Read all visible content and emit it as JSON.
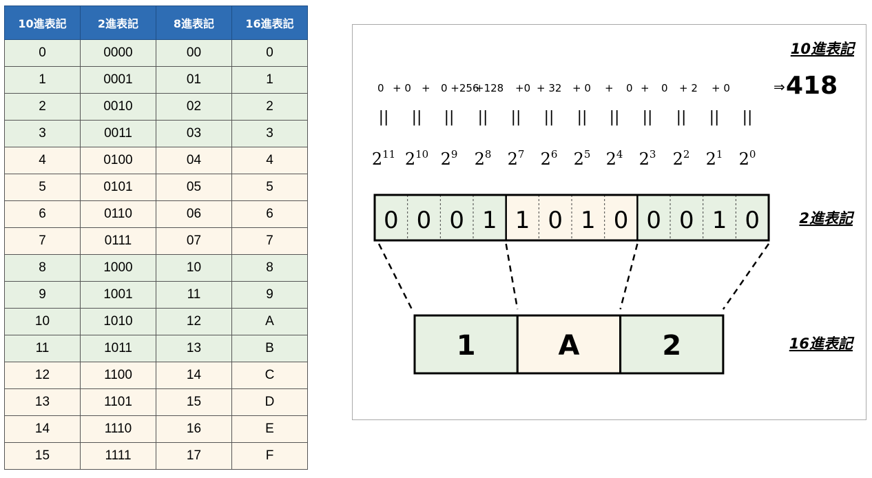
{
  "table": {
    "headers": [
      "10進表記",
      "2進表記",
      "8進表記",
      "16進表記"
    ],
    "rows": [
      [
        "0",
        "0000",
        "00",
        "0"
      ],
      [
        "1",
        "0001",
        "01",
        "1"
      ],
      [
        "2",
        "0010",
        "02",
        "2"
      ],
      [
        "3",
        "0011",
        "03",
        "3"
      ],
      [
        "4",
        "0100",
        "04",
        "4"
      ],
      [
        "5",
        "0101",
        "05",
        "5"
      ],
      [
        "6",
        "0110",
        "06",
        "6"
      ],
      [
        "7",
        "0111",
        "07",
        "7"
      ],
      [
        "8",
        "1000",
        "10",
        "8"
      ],
      [
        "9",
        "1001",
        "11",
        "9"
      ],
      [
        "10",
        "1010",
        "12",
        "A"
      ],
      [
        "11",
        "1011",
        "13",
        "B"
      ],
      [
        "12",
        "1100",
        "14",
        "C"
      ],
      [
        "13",
        "1101",
        "15",
        "D"
      ],
      [
        "14",
        "1110",
        "16",
        "E"
      ],
      [
        "15",
        "1111",
        "17",
        "F"
      ]
    ]
  },
  "diagram": {
    "labels": {
      "decimal": "10進表記",
      "binary": "2進表記",
      "hex": "16進表記"
    },
    "sum_terms": [
      "0",
      "+ 0",
      "+",
      "0 +256",
      "+128",
      "+0",
      "+ 32",
      "+ 0",
      "+",
      "0",
      "+",
      "0",
      "+ 2",
      "+ 0"
    ],
    "arrow": "⇒",
    "total": "418",
    "equals_mark": "||",
    "base": "2",
    "exponents": [
      "11",
      "10",
      "9",
      "8",
      "7",
      "6",
      "5",
      "4",
      "3",
      "2",
      "1",
      "0"
    ],
    "bits": [
      "0",
      "0",
      "0",
      "1",
      "1",
      "0",
      "1",
      "0",
      "0",
      "0",
      "1",
      "0"
    ],
    "hex_digits": [
      "1",
      "A",
      "2"
    ]
  },
  "colors": {
    "header_blue": "#2e6db4",
    "group_green": "#e7f1e3",
    "group_cream": "#fdf6ea"
  }
}
